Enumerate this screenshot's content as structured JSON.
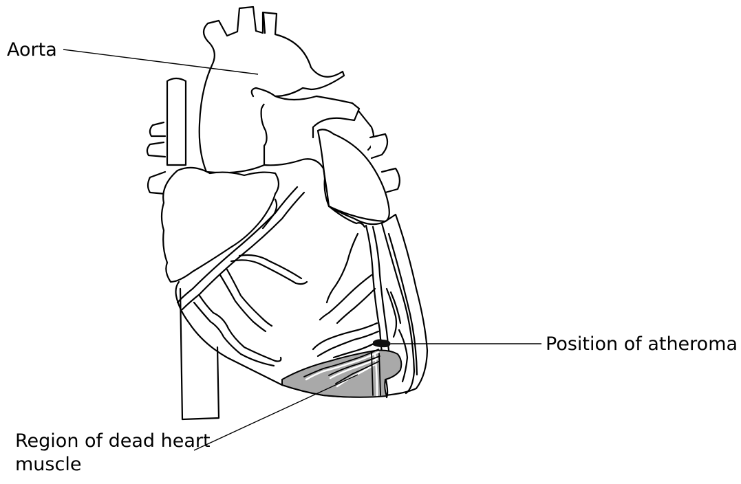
{
  "labels": {
    "aorta": "Aorta",
    "atheroma": "Position of atheroma",
    "dead_muscle": "Region of dead heart\nmuscle"
  },
  "colors": {
    "outline": "#000000",
    "dead_region": "#a9a9a9",
    "atheroma": "#111111",
    "background": "#ffffff"
  }
}
